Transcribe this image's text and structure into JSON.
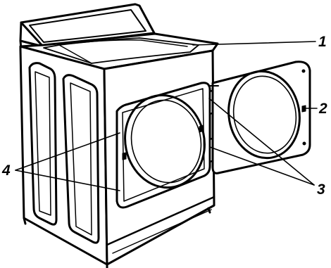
{
  "diagram": {
    "callouts": [
      {
        "id": "1",
        "label": "1"
      },
      {
        "id": "2",
        "label": "2"
      },
      {
        "id": "3",
        "label": "3"
      },
      {
        "id": "4",
        "label": "4"
      }
    ]
  },
  "colors": {
    "stroke": "#000000",
    "fill": "#ffffff"
  }
}
